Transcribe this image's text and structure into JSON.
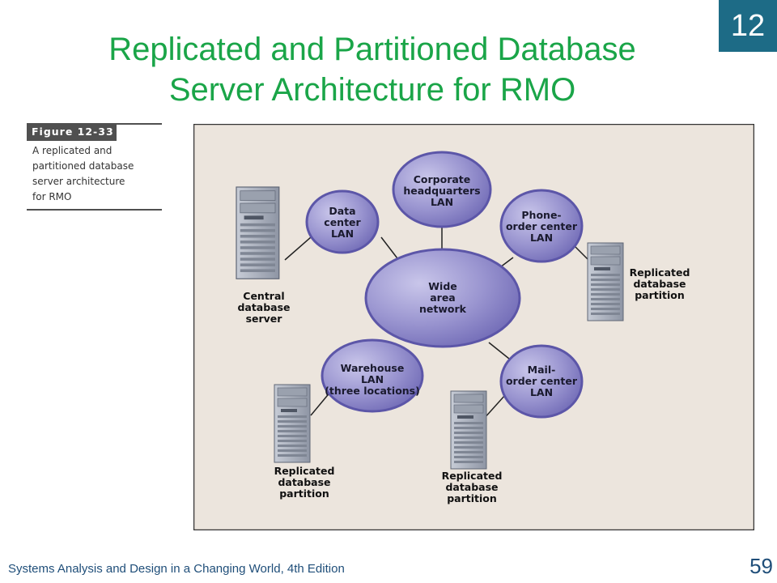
{
  "slide": {
    "chapter": "12",
    "title_line1": "Replicated and Partitioned Database",
    "title_line2": "Server Architecture for RMO",
    "footer": "Systems Analysis and Design in a Changing World, 4th Edition",
    "page_number": "59"
  },
  "figure": {
    "tag": "Figure 12-33",
    "caption": [
      "A replicated and",
      "partitioned database",
      "server architecture",
      "for RMO"
    ]
  },
  "diagram": {
    "colors": {
      "background": "#ece5dd",
      "node_fill": "#8a85c6",
      "node_ring": "#6a64b0",
      "server_body": "#a9afbc"
    },
    "nodes": [
      {
        "id": "wan",
        "lines": [
          "Wide",
          "area",
          "network"
        ]
      },
      {
        "id": "corp",
        "lines": [
          "Corporate",
          "headquarters",
          "LAN"
        ]
      },
      {
        "id": "datacenter",
        "lines": [
          "Data",
          "center",
          "LAN"
        ]
      },
      {
        "id": "phone",
        "lines": [
          "Phone-",
          "order center",
          "LAN"
        ]
      },
      {
        "id": "warehouse",
        "lines": [
          "Warehouse",
          "LAN",
          "(three locations)"
        ]
      },
      {
        "id": "mail",
        "lines": [
          "Mail-",
          "order center",
          "LAN"
        ]
      }
    ],
    "servers": [
      {
        "id": "central",
        "lines": [
          "Central",
          "database",
          "server"
        ]
      },
      {
        "id": "phone-replica",
        "lines": [
          "Replicated",
          "database",
          "partition"
        ]
      },
      {
        "id": "warehouse-replica",
        "lines": [
          "Replicated",
          "database",
          "partition"
        ]
      },
      {
        "id": "mail-replica",
        "lines": [
          "Replicated",
          "database",
          "partition"
        ]
      }
    ]
  }
}
